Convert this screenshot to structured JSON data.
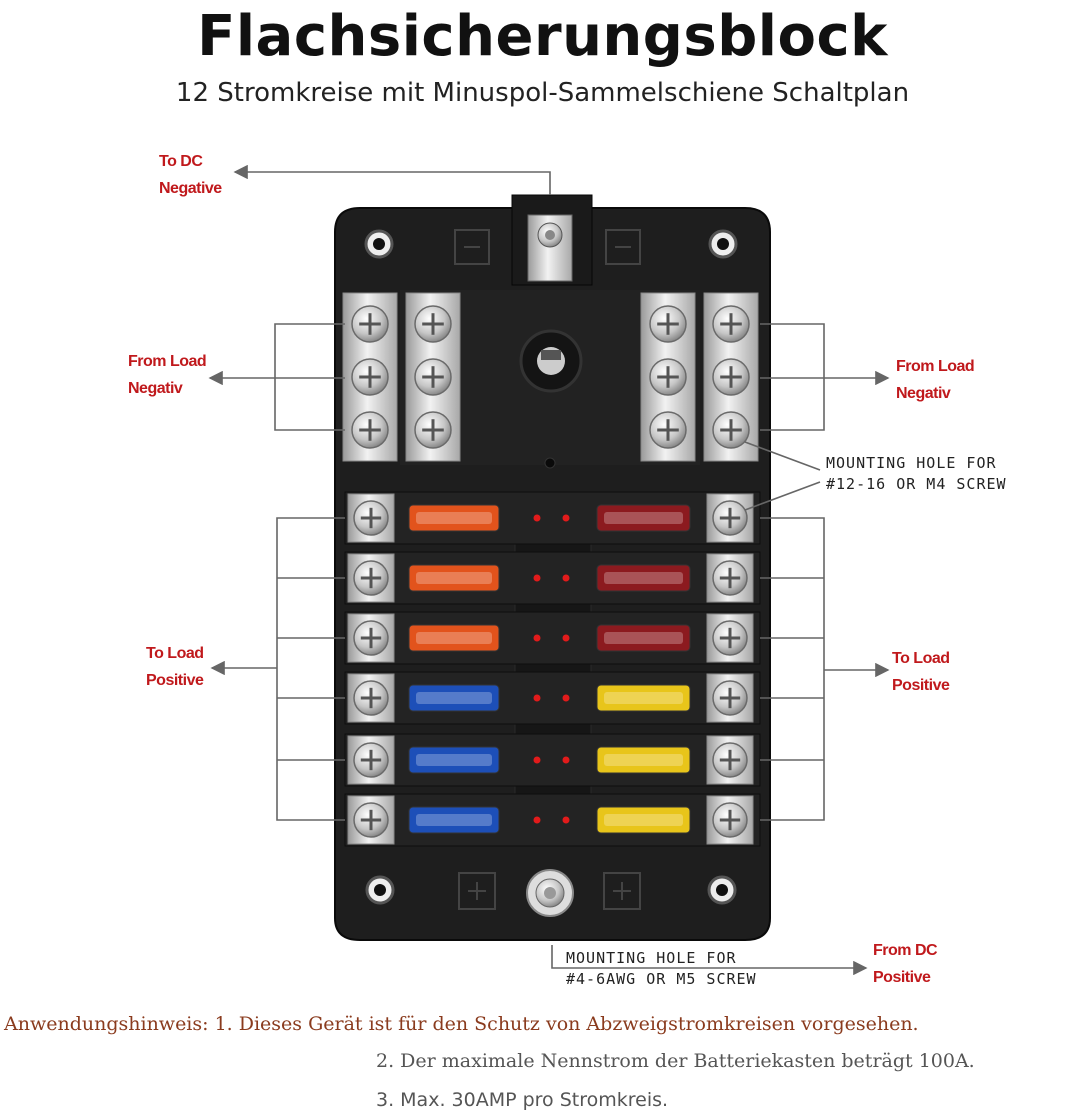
{
  "header": {
    "title": "Flachsicherungsblock",
    "subtitle": "12 Stromkreise mit Minuspol-Sammelschiene Schaltplan"
  },
  "labels": {
    "to_dc_negative": [
      "To DC",
      "Negative"
    ],
    "from_load_negative_left": [
      "From Load",
      "Negativ"
    ],
    "from_load_negative_right": [
      "From Load",
      "Negativ"
    ],
    "to_load_positive_left": [
      "To Load",
      "Positive"
    ],
    "to_load_positive_right": [
      "To Load",
      "Positive"
    ],
    "from_dc_positive": [
      "From DC",
      "Positive"
    ],
    "mounting_hole_m4": [
      "MOUNTING HOLE FOR",
      "#12-16 OR M4 SCREW"
    ],
    "mounting_hole_m5": [
      "MOUNTING HOLE FOR",
      "#4-6AWG OR M5 SCREW"
    ]
  },
  "fuses": {
    "left": [
      "orange",
      "orange",
      "orange",
      "blue",
      "blue",
      "blue"
    ],
    "right": [
      "darkred",
      "darkred",
      "darkred",
      "yellow",
      "yellow",
      "yellow"
    ]
  },
  "notes": {
    "line1": "Anwendungshinweis: 1. Dieses Gerät ist für den Schutz von Abzweigstromkreisen vorgesehen.",
    "line2": "2. Der maximale Nennstrom der Batteriekasten beträgt 100A.",
    "line3": "3. Max. 30AMP pro Stromkreis."
  },
  "colors": {
    "label_red": "#c0191c",
    "note_brown": "#8a3b1e",
    "note_gray": "#555555",
    "housing": "#1d1d1d",
    "orange": "#e2531c",
    "blue": "#1d4fb8",
    "darkred": "#8c1a1f",
    "yellow": "#e8c51a"
  }
}
